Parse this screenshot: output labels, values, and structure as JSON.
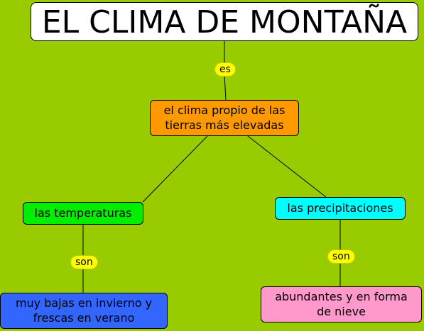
{
  "title": "EL CLIMA DE MONTAÑA",
  "center": {
    "line1": "el clima propio de las",
    "line2": "tierras más elevadas"
  },
  "left_branch": {
    "label": "las temperaturas"
  },
  "right_branch": {
    "label": "las precipitaciones"
  },
  "left_leaf": {
    "line1": "muy bajas en invierno y",
    "line2": "frescas en verano"
  },
  "right_leaf": {
    "line1": "abundantes y en forma",
    "line2": "de nieve"
  },
  "links": {
    "title_center": "es",
    "left": "son",
    "right": "son"
  },
  "colors": {
    "background": "#99cc00",
    "title": "#ffffff",
    "center": "#ff9900",
    "left_branch": "#00ee00",
    "right_branch": "#00ffff",
    "left_leaf": "#3366ff",
    "right_leaf": "#ff99cc",
    "link_label": "#ffff00"
  }
}
